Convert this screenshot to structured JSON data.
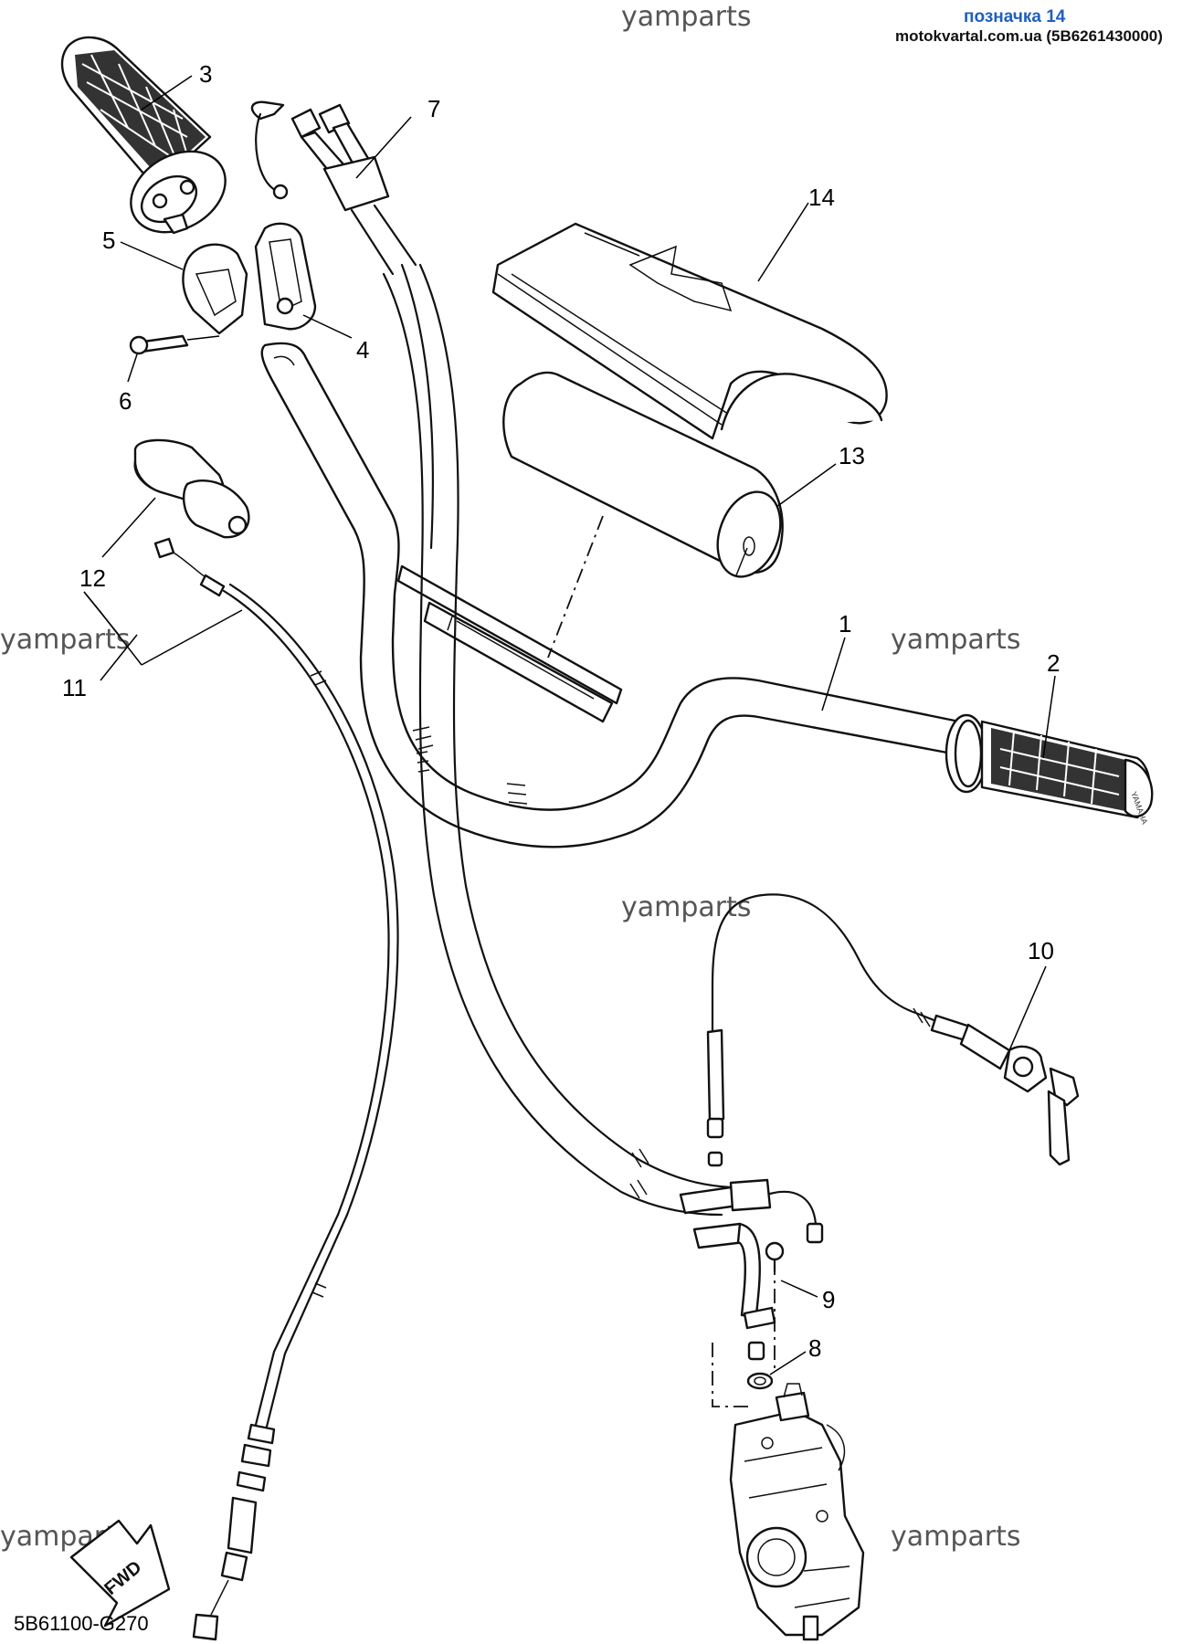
{
  "watermark": {
    "text": "yamparts"
  },
  "header": {
    "tag_label": "позначка 14",
    "tag_color": "#1f5fbf",
    "source_line": "motokvartal.com.ua (5B6261430000)"
  },
  "diagram_code": "5B61100-G270",
  "fwd_label": "FWD",
  "callouts": [
    "1",
    "2",
    "3",
    "4",
    "5",
    "6",
    "7",
    "8",
    "9",
    "10",
    "11",
    "12",
    "13",
    "14"
  ]
}
